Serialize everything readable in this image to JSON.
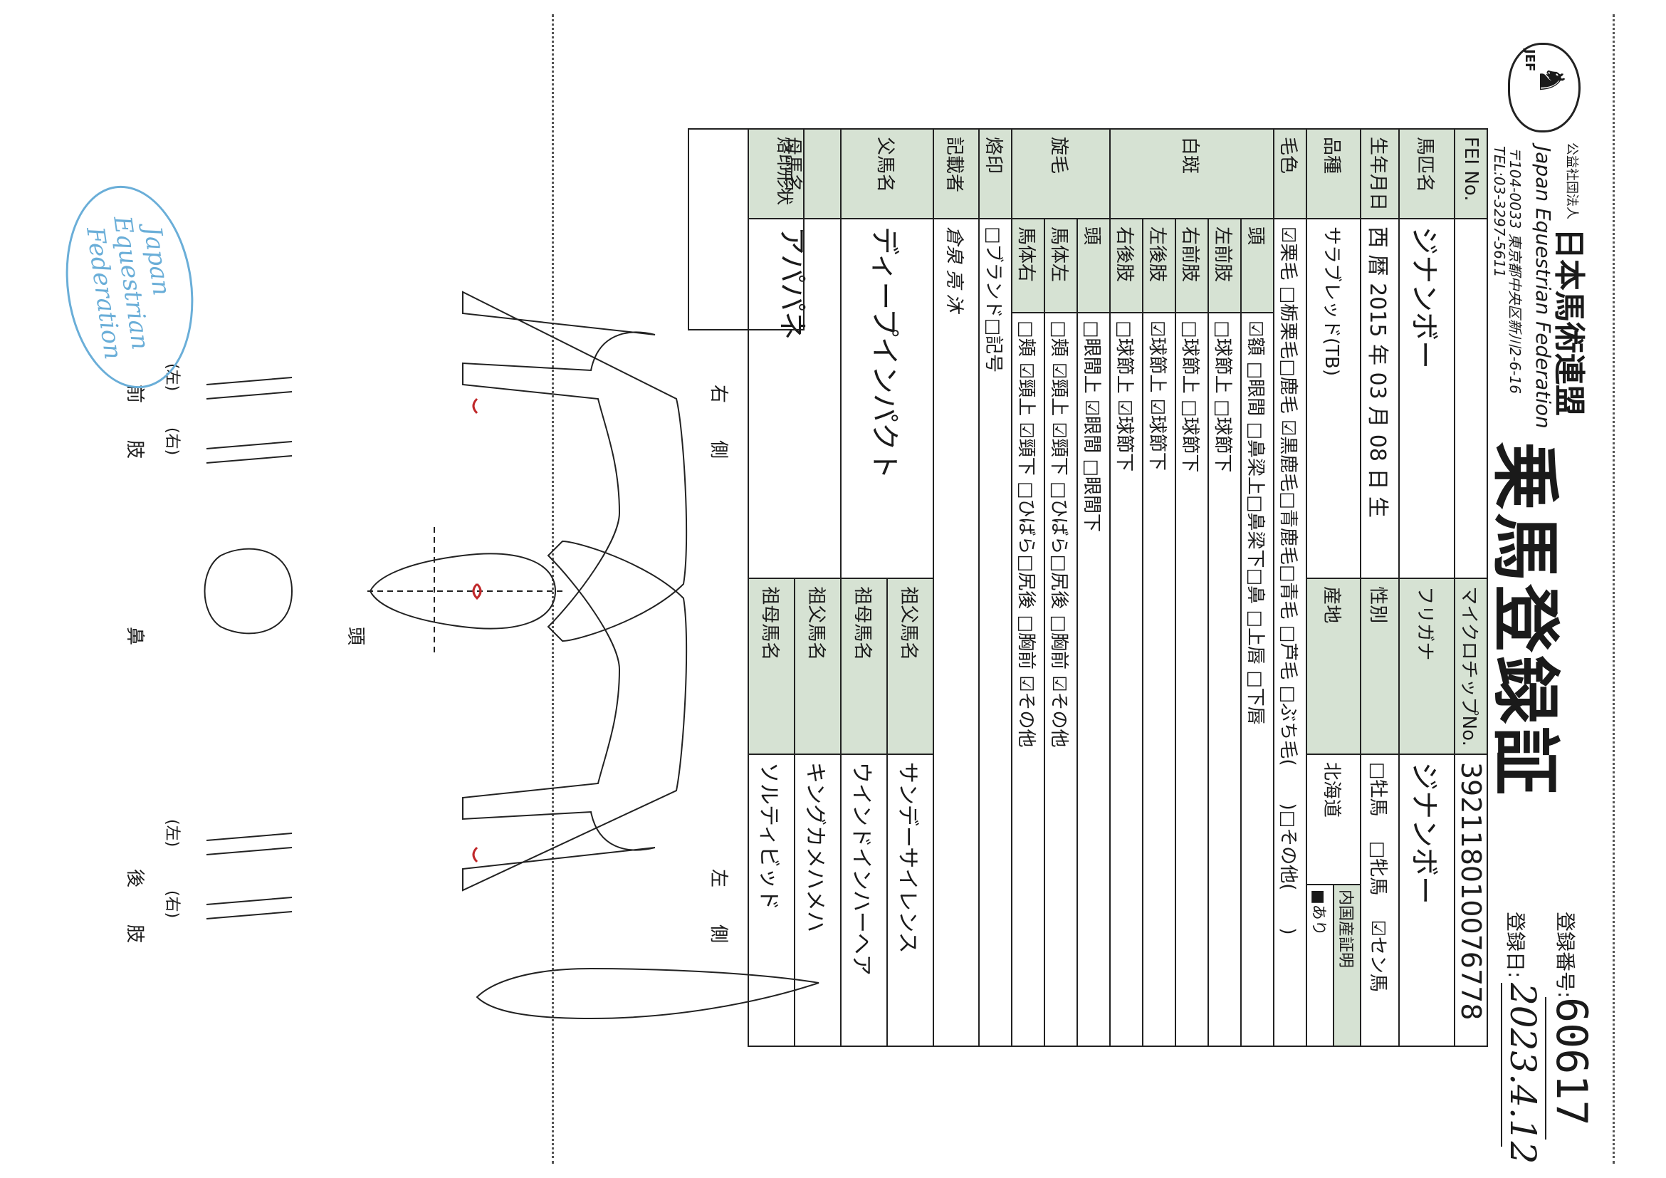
{
  "header": {
    "org_prefix": "公益社団法人",
    "org_name": "日本馬術連盟",
    "org_name_en": "Japan Equestrian Federation",
    "address": "〒104-0033 東京都中央区新川2-6-16",
    "tel": "TEL:03-3297-5611",
    "logo_text": "JEF",
    "doc_title": "乗馬登録証",
    "reg_no_label": "登録番号:",
    "reg_no": "60617",
    "reg_date_label": "登録日:",
    "reg_date": "2023.4.12"
  },
  "form": {
    "fei_label": "FEI No.",
    "fei_value": "",
    "chip_label": "マイクロチップNo.",
    "chip_value": "392118010076778",
    "name_label": "馬匹名",
    "name_value": "ジナンボー",
    "furigana_label": "フリガナ",
    "furigana_value": "ジナンボー",
    "dob_label": "生年月日",
    "dob_value": "西 暦 2015 年 03 月 08 日 生",
    "sex_label": "性別",
    "sex_options": [
      "□牡馬",
      "□牝馬",
      "☑セン馬"
    ],
    "breed_label": "品種",
    "breed_value": "サラブレッド(TB)",
    "origin_label": "産地",
    "origin_value": "北海道",
    "domestic_label": "内国産証明",
    "domestic_value": "■あり",
    "color_label": "毛色",
    "color_row1": "☑栗毛 □栃栗毛□鹿毛 ☑黒鹿毛□青鹿毛□青毛 □芦毛 □ぶち毛(　　)□その他(　　)",
    "white_label": "白斑",
    "head_label": "頭",
    "head_row": "☑額 □眼間 □鼻梁上□鼻梁下□鼻 □上唇 □下唇",
    "lf_label": "左前肢",
    "lf_row": "□球節上 □球節下",
    "rf_label": "右前肢",
    "rf_row": "□球節上 □球節下",
    "lh_label": "左後肢",
    "lh_row": "☑球節上 ☑球節下",
    "rh_label": "右後肢",
    "rh_row": "□球節上 ☑球節下",
    "whorl_label": "旋毛",
    "whorl_head_label": "頭",
    "whorl_head_row": "□眼間上 ☑眼間 □眼間下",
    "whorl_left_label": "馬体左",
    "whorl_left_row": "□頬 ☑頸上 ☑頸下 □ひばら□尻後 □胸前 ☑その他",
    "whorl_right_label": "馬体右",
    "whorl_right_row": "□頬 ☑頸上 ☑頸下 □ひばら□尻後 □胸前 ☑その他",
    "brand_label": "烙印",
    "brand_row": "□ブランド□記号",
    "writer_label": "記載者",
    "writer_value": "倉泉 亮 沐",
    "sire_label": "父馬名",
    "sire_value": "ディープインパクト",
    "gs1_label": "祖父馬名",
    "gs1_value": "サンデーサイレンス",
    "gd1_label": "祖母馬名",
    "gd1_value": "ウインドインハーヘア",
    "dam_label": "母馬名",
    "dam_value": "アパパネ",
    "gs2_label": "祖父馬名",
    "gs2_value": "キングカメハメハ",
    "gd2_label": "祖母馬名",
    "gd2_value": "ソルティビッド"
  },
  "diagram": {
    "brand_box_label": "烙印形状",
    "right_side": "右　　側",
    "left_side": "左　　側",
    "head": "頭",
    "nose": "鼻",
    "forelimbs": "前　　肢",
    "hindlimbs": "後　　肢",
    "left_mark": "(左)",
    "right_mark": "(右)"
  },
  "stamp": {
    "line1": "Japan",
    "line2": "Equestrian",
    "line3": "Federation",
    "color": "#6aaed8"
  },
  "colors": {
    "label_bg": "#d6e2d3",
    "pen": "#c0282a"
  }
}
